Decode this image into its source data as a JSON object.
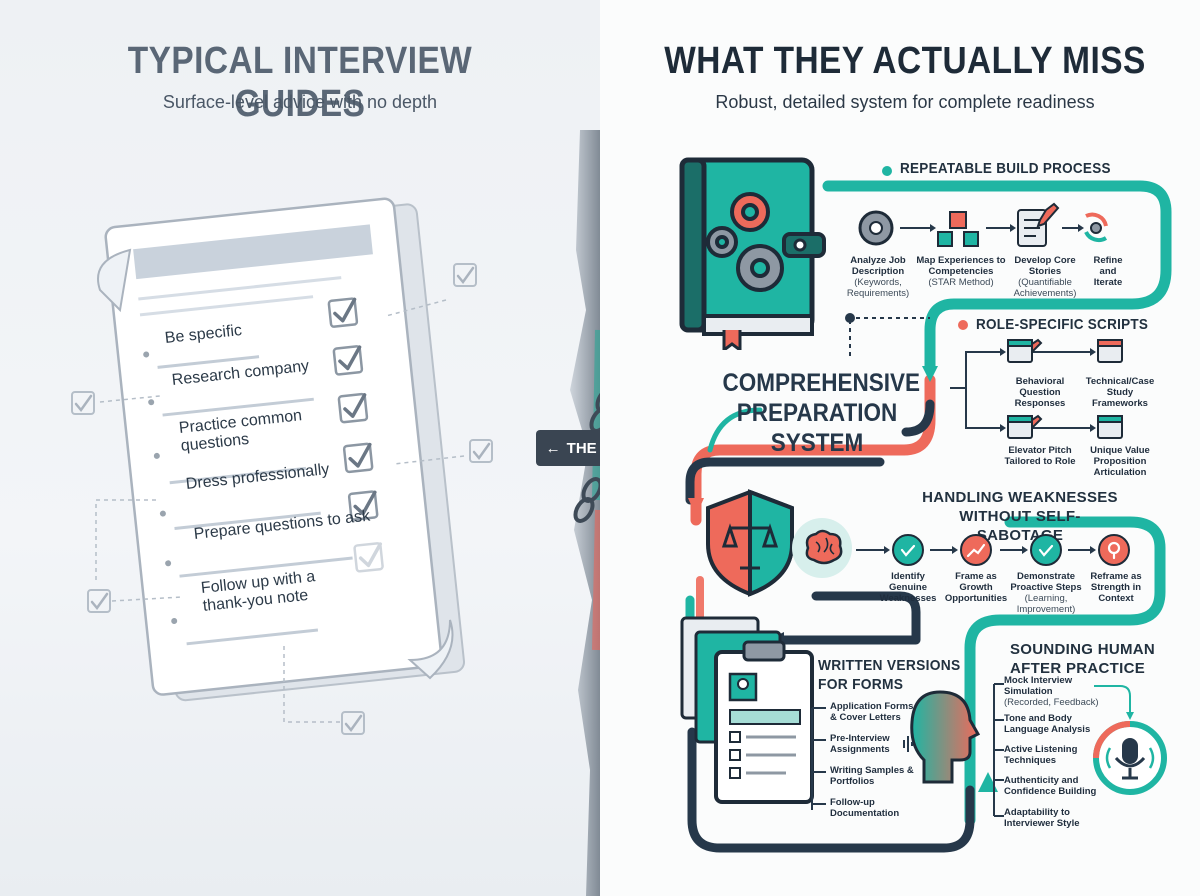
{
  "left": {
    "title": "TYPICAL INTERVIEW GUIDES",
    "subtitle": "Surface-level advice with no depth",
    "items": [
      "Be specific",
      "Research company",
      "Practice common questions",
      "Dress professionally",
      "Prepare questions to ask",
      "Follow up with a thank-you note"
    ]
  },
  "gap": {
    "label": "THE GAP"
  },
  "right": {
    "title": "WHAT THEY ACTUALLY MISS",
    "subtitle": "Robust, detailed system for complete readiness",
    "center": {
      "line1": "COMPREHENSIVE",
      "line2": "PREPARATION",
      "line3": "SYSTEM"
    },
    "build": {
      "heading": "REPEATABLE BUILD PROCESS",
      "steps": [
        {
          "label": "Analyze Job Description",
          "sub": "(Keywords, Requirements)"
        },
        {
          "label": "Map Experiences to Competencies",
          "sub": "(STAR Method)"
        },
        {
          "label": "Develop Core Stories",
          "sub": "(Quantifiable Achievements)"
        },
        {
          "label": "Refine and Iterate",
          "sub": ""
        }
      ]
    },
    "scripts": {
      "heading": "ROLE-SPECIFIC SCRIPTS",
      "items": [
        "Behavioral Question Responses",
        "Technical/Case Study Frameworks",
        "Elevator Pitch Tailored to Role",
        "Unique Value Proposition Articulation"
      ]
    },
    "weakness": {
      "heading1": "HANDLING WEAKNESSES",
      "heading2": "WITHOUT SELF-SABOTAGE",
      "steps": [
        {
          "label": "Identify Genuine Weaknesses",
          "sub": ""
        },
        {
          "label": "Frame as Growth Opportunities",
          "sub": ""
        },
        {
          "label": "Demonstrate Proactive Steps",
          "sub": "(Learning, Improvement)"
        },
        {
          "label": "Reframe as Strength in Context",
          "sub": ""
        }
      ]
    },
    "written": {
      "heading1": "WRITTEN VERSIONS",
      "heading2": "FOR FORMS",
      "items": [
        "Application Forms & Cover Letters",
        "Pre-Interview Assignments",
        "Writing Samples & Portfolios",
        "Follow-up Documentation"
      ]
    },
    "human": {
      "heading1": "SOUNDING HUMAN",
      "heading2": "AFTER PRACTICE",
      "items": [
        {
          "label": "Mock Interview Simulation",
          "sub": "(Recorded, Feedback)"
        },
        {
          "label": "Tone and Body Language Analysis",
          "sub": ""
        },
        {
          "label": "Active Listening Techniques",
          "sub": ""
        },
        {
          "label": "Authenticity and Confidence Building",
          "sub": ""
        },
        {
          "label": "Adaptability to Interviewer Style",
          "sub": ""
        }
      ]
    }
  },
  "colors": {
    "teal": "#1fb5a3",
    "coral": "#ee6a5b",
    "navy": "#26384a",
    "gray": "#8e98a3"
  }
}
